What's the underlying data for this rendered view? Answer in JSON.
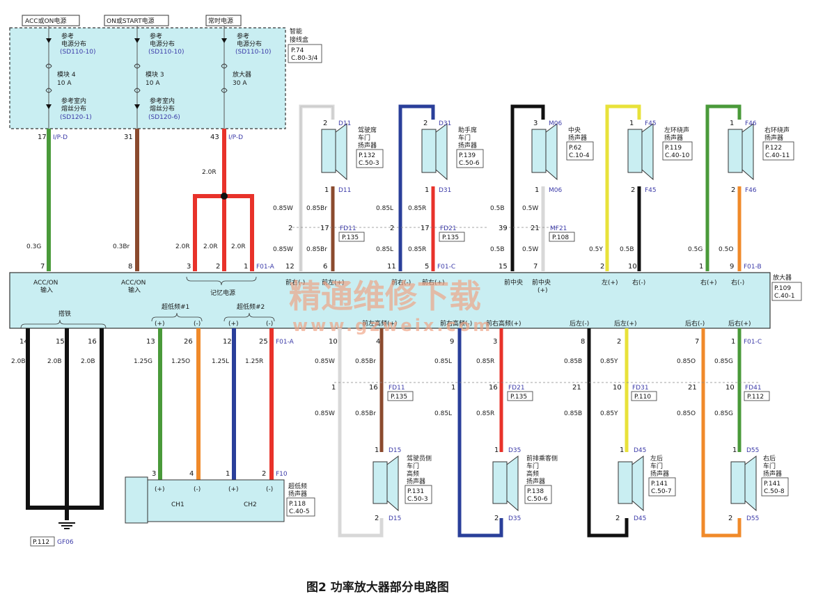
{
  "power_sources": {
    "acc": "ACC或ON电源",
    "on": "ON或START电源",
    "const": "常时电源"
  },
  "fusebox": {
    "title_line1": "智能",
    "title_line2": "接线盒",
    "page": "P.74",
    "cell": "C.80-3/4",
    "ref_label_line1": "参考",
    "ref_label_line2": "电源分布",
    "ref_code": "(SD110-10)",
    "fuse1_name": "模块 4",
    "fuse1_amp": "10 A",
    "fuse2_name": "模块 3",
    "fuse2_amp": "10 A",
    "fuse3_name": "放大器",
    "fuse3_amp": "30 A",
    "room_line1": "参考室内",
    "room_line2": "熔丝分布",
    "room_code1": "(SD120-1)",
    "room_code2": "(SD120-6)"
  },
  "top_pins": {
    "p17": "17",
    "ip_d1": "I/P-D",
    "p31": "31",
    "p43": "43",
    "ip_d2": "I/P-D",
    "w20r": "2.0R",
    "w03g": "0.3G",
    "w03br": "0.3Br",
    "mem_w1": "2.0R",
    "mem_w2": "2.0R",
    "mem_w3": "2.0R",
    "p7": "7",
    "p8": "8",
    "p3": "3",
    "p2": "2",
    "p1": "1",
    "f01a": "F01-A"
  },
  "amp": {
    "name": "放大器",
    "page": "P.109",
    "cell": "C.40-1",
    "acc_input": "ACC/ON",
    "acc_input2": "输入",
    "acc_input_b": "ACC/ON",
    "acc_input_b2": "输入",
    "memory": "记忆电源",
    "ground": "搭铁",
    "sub1": "超低频#1",
    "sub2": "超低频#2",
    "plus": "(+)",
    "minus": "(-)",
    "l_drv_minus": "前右(-)",
    "l_drv_plus": "前左(+)",
    "pass_minus": "前右(-)",
    "pass_plus": "前右(+)",
    "ctr_minus": "前中央",
    "ctr_plus": "前中央",
    "ctr_plus2": "(+)",
    "left_plus": "左(+)",
    "right_minus_top": "右(-)",
    "right_plus": "右(+)",
    "right_minus": "右(-)",
    "bot_fl_plus": "前左高频(+)",
    "bot_fr_minus": "前右高频(-)",
    "bot_fr_plus": "前右高频(+)",
    "rear_l_minus": "后左(-)",
    "rear_l_plus": "后左(+)",
    "rear_r_minus": "后右(-)",
    "rear_r_plus": "后右(+)"
  },
  "top_speakers": [
    {
      "conn": "D11",
      "name1": "驾驶席",
      "name2": "车门",
      "name3": "扬声器",
      "page": "P.132",
      "cell": "C.50-3",
      "pinA": "2",
      "pinB": "1"
    },
    {
      "conn": "D31",
      "name1": "助手席",
      "name2": "车门",
      "name3": "扬声器",
      "page": "P.139",
      "cell": "C.50-6",
      "pinA": "2",
      "pinB": "1"
    },
    {
      "conn": "M06",
      "name1": "中央",
      "name2": "扬声器",
      "name3": "",
      "page": "P.62",
      "cell": "C.10-4",
      "pinA": "3",
      "pinB": "1"
    },
    {
      "conn": "F45",
      "name1": "左环绕声",
      "name2": "扬声器",
      "name3": "",
      "page": "P.119",
      "cell": "C.40-10",
      "pinA": "1",
      "pinB": "2"
    },
    {
      "conn": "F46",
      "name1": "右环绕声",
      "name2": "扬声器",
      "name3": "",
      "page": "P.122",
      "cell": "C.40-11",
      "pinA": "1",
      "pinB": "2"
    }
  ],
  "top_wiring": {
    "w085w": "0.85W",
    "w085br": "0.85Br",
    "w085l": "0.85L",
    "w085r": "0.85R",
    "w05b": "0.5B",
    "w05w": "0.5W",
    "w05y": "0.5Y",
    "w05g": "0.5G",
    "w05o": "0.5O",
    "fd11": "FD11",
    "fd21": "FD21",
    "mf21": "MF21",
    "p135a": "P.135",
    "p135b": "P.135",
    "p108": "P.108",
    "n2": "2",
    "n17": "17",
    "n2b": "2",
    "n17b": "17",
    "n39": "39",
    "n21": "21",
    "p12": "12",
    "p6": "6",
    "p11": "11",
    "p5": "5",
    "p15": "15",
    "p7b": "7",
    "p2c": "2",
    "p10": "10",
    "p1c": "1",
    "p9": "9",
    "f01c": "F01-C",
    "f01b": "F01-B"
  },
  "bottom_wiring": {
    "p14": "14",
    "p15": "15",
    "p16": "16",
    "w20b": "2.0B",
    "p13": "13",
    "p26": "26",
    "p12": "12",
    "p25": "25",
    "f01a": "F01-A",
    "w125g": "1.25G",
    "w125o": "1.25O",
    "w125l": "1.25L",
    "w125r": "1.25R",
    "p10": "10",
    "p4": "4",
    "p9": "9",
    "p3": "3",
    "p8": "8",
    "p2": "2",
    "p7": "7",
    "p1": "1",
    "f01c": "F01-C",
    "w085w": "0.85W",
    "w085br": "0.85Br",
    "w085l": "0.85L",
    "w085r": "0.85R",
    "w085b": "0.85B",
    "w085y": "0.85Y",
    "w085o": "0.85O",
    "w085g": "0.85G",
    "fd11": "FD11",
    "fd21": "FD21",
    "fd31": "FD31",
    "fd41": "FD41",
    "p135a": "P.135",
    "p135b": "P.135",
    "p110": "P.110",
    "p112": "P.112",
    "n1": "1",
    "n16": "16",
    "n21": "21",
    "n10": "10"
  },
  "bottom_speakers": [
    {
      "conn": "D15",
      "name1": "驾驶员侧",
      "name2": "车门",
      "name3": "高频",
      "name4": "扬声器",
      "page": "P.131",
      "cell": "C.50-3",
      "pinA": "1",
      "pinB": "2"
    },
    {
      "conn": "D35",
      "name1": "前排乘客侧",
      "name2": "车门",
      "name3": "高频",
      "name4": "扬声器",
      "page": "P.138",
      "cell": "C.50-6",
      "pinA": "1",
      "pinB": "2"
    },
    {
      "conn": "D45",
      "name1": "左后",
      "name2": "车门",
      "name3": "扬声器",
      "name4": "",
      "page": "P.141",
      "cell": "C.50-7",
      "pinA": "1",
      "pinB": "2"
    },
    {
      "conn": "D55",
      "name1": "右后",
      "name2": "车门",
      "name3": "扬声器",
      "name4": "",
      "page": "P.141",
      "cell": "C.50-8",
      "pinA": "1",
      "pinB": "2"
    }
  ],
  "subwoofer": {
    "name1": "超低频",
    "name2": "扬声器",
    "page": "P.118",
    "cell": "C.40-5",
    "conn": "F10",
    "ch1": "CH1",
    "ch2": "CH2",
    "p3": "3",
    "p4": "4",
    "p1": "1",
    "p2": "2",
    "plus": "(+)",
    "minus": "(-)"
  },
  "ground": {
    "page": "P.112",
    "code": "GF06"
  },
  "watermark": {
    "line1": "精通维修下载",
    "line2": "www.gzweix.com"
  },
  "caption": "图2 功率放大器部分电路图",
  "colors": {
    "green": "#4a9a3a",
    "brown": "#8b4a2e",
    "red": "#e8322a",
    "blue": "#2a3f9a",
    "black": "#111111",
    "yellow": "#e8e23a",
    "orange": "#f08a2a",
    "white": "#d8d8d8",
    "panel": "#c9eef2"
  }
}
